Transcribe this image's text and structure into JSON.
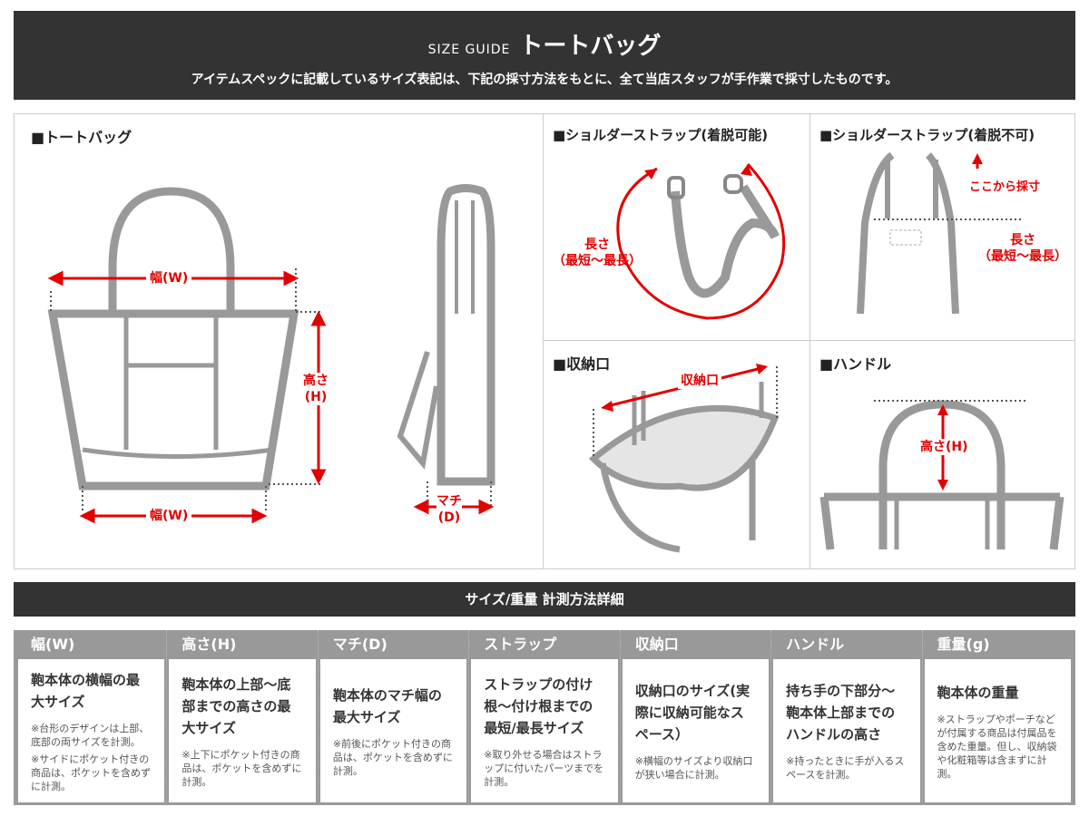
{
  "header": {
    "guide": "SIZE GUIDE",
    "title": "トートバッグ",
    "subtitle": "アイテムスペックに記載しているサイズ表記は、下記の採寸方法をもとに、全て当店スタッフが手作業で採寸したものです。"
  },
  "diagrams": {
    "tote": {
      "title": "■トートバッグ",
      "width_top": "幅(W)",
      "height": "高さ",
      "height2": "(H)",
      "width_bottom": "幅(W)",
      "depth": "マチ",
      "depth2": "(D)"
    },
    "strap_removable": {
      "title": "■ショルダーストラップ(着脱可能)",
      "length": "長さ",
      "range": "（最短〜最長）"
    },
    "strap_fixed": {
      "title": "■ショルダーストラップ(着脱不可)",
      "from_here": "ここから採寸",
      "length": "長さ",
      "range": "（最短〜最長）"
    },
    "opening": {
      "title": "■収納口",
      "label": "収納口"
    },
    "handle": {
      "title": "■ハンドル",
      "label": "高さ(H)"
    }
  },
  "section_title": "サイズ/重量 計測方法詳細",
  "columns": [
    {
      "head": "幅(W)",
      "main": "鞄本体の横幅の最大サイズ",
      "notes": [
        "※台形のデザインは上部、底部の両サイズを計測。",
        "※サイドにポケット付きの商品は、ポケットを含めずに計測。"
      ]
    },
    {
      "head": "高さ(H)",
      "main": "鞄本体の上部〜底部までの高さの最大サイズ",
      "notes": [
        "※上下にポケット付きの商品は、ポケットを含めずに計測。"
      ]
    },
    {
      "head": "マチ(D)",
      "main": "鞄本体のマチ幅の最大サイズ",
      "notes": [
        "※前後にポケット付きの商品は、ポケットを含めずに計測。"
      ]
    },
    {
      "head": "ストラップ",
      "main": "ストラップの付け根〜付け根までの最短/最長サイズ",
      "notes": [
        "※取り外せる場合はストラップに付いたパーツまでを計測。"
      ]
    },
    {
      "head": "収納口",
      "main": "収納口のサイズ(実際に収納可能なスペース）",
      "notes": [
        "※横幅のサイズより収納口が狭い場合に計測。"
      ]
    },
    {
      "head": "ハンドル",
      "main": "持ち手の下部分〜鞄本体上部までのハンドルの高さ",
      "notes": [
        "※持ったときに手が入るスペースを計測。"
      ]
    },
    {
      "head": "重量(g)",
      "main": "鞄本体の重量",
      "notes": [
        "※ストラップやポーチなどが付属する商品は付属品を含めた重量。但し、収納袋や化粧箱等は含まずに計測。"
      ]
    }
  ],
  "colors": {
    "accent": "#e30000",
    "dark": "#333333",
    "line": "#999999"
  }
}
